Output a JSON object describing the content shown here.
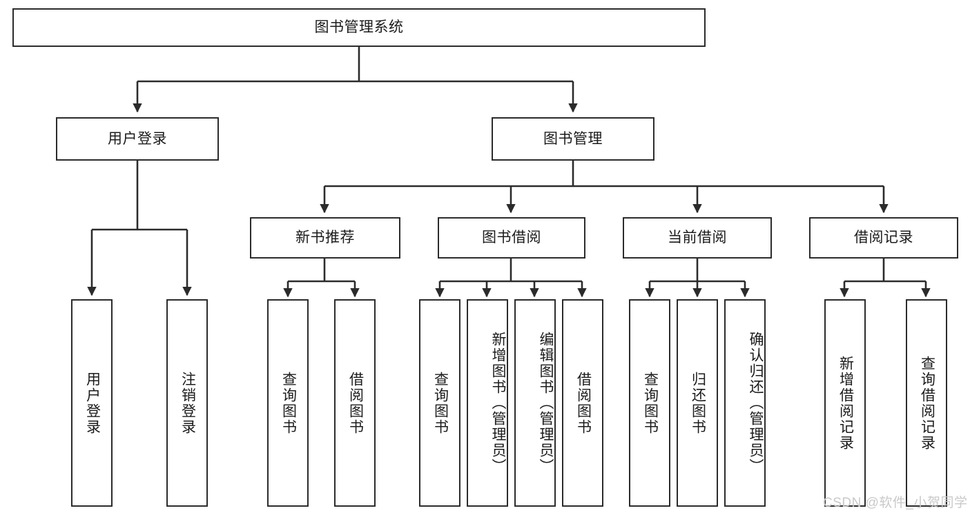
{
  "diagram": {
    "type": "hierarchy-tree",
    "title": "图书管理系统",
    "watermark": "CSDN @软件_小贺同学",
    "colors": {
      "box_border": "#2b2b2b",
      "box_fill": "#ffffff",
      "connector": "#2b2b2b",
      "text": "#1b1b1b",
      "watermark": "#c9c9c9"
    },
    "levels": {
      "root": {
        "label": "图书管理系统"
      },
      "level2": [
        {
          "label": "用户登录"
        },
        {
          "label": "图书管理"
        }
      ],
      "level3": [
        {
          "label": "新书推荐"
        },
        {
          "label": "图书借阅"
        },
        {
          "label": "当前借阅"
        },
        {
          "label": "借阅记录"
        }
      ],
      "leaves": {
        "user_login": [
          {
            "label": "用户登录"
          },
          {
            "label": "注销登录"
          }
        ],
        "new_book_recommend": [
          {
            "label": "查询图书"
          },
          {
            "label": "借阅图书"
          }
        ],
        "book_borrow": [
          {
            "label": "查询图书"
          },
          {
            "label": "新增图书（管理员）"
          },
          {
            "label": "编辑图书（管理员）"
          },
          {
            "label": "借阅图书"
          }
        ],
        "current_borrow": [
          {
            "label": "查询图书"
          },
          {
            "label": "归还图书"
          },
          {
            "label": "确认归还（管理员）"
          }
        ],
        "borrow_record": [
          {
            "label": "新增借阅记录"
          },
          {
            "label": "查询借阅记录"
          }
        ]
      }
    }
  }
}
